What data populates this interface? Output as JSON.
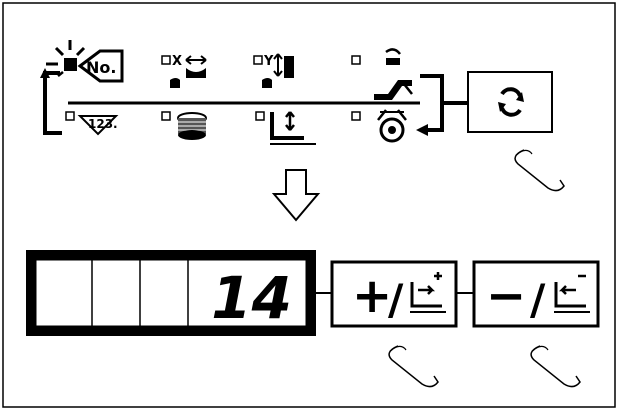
{
  "panel": {
    "pattern_no_label": "No.",
    "count_label": "123.",
    "x_axis_label": "X",
    "y_axis_label": "Y"
  },
  "display": {
    "digit_value": "14",
    "segments": [
      "",
      "",
      "",
      "14"
    ]
  },
  "buttons": {
    "plus_label": "+",
    "minus_label": "−",
    "slash": "/",
    "plus_icon": "presser-forward-plus-icon",
    "minus_icon": "presser-back-minus-icon",
    "reset_icon": "reset-cycle-icon"
  },
  "icons": [
    "pattern-number-icon",
    "x-scale-icon",
    "y-scale-icon",
    "winder-icon",
    "counter-icon",
    "bobbin-icon",
    "presser-height-icon",
    "thread-tension-icon"
  ],
  "colors": {
    "ink": "#000000",
    "paper": "#ffffff"
  }
}
